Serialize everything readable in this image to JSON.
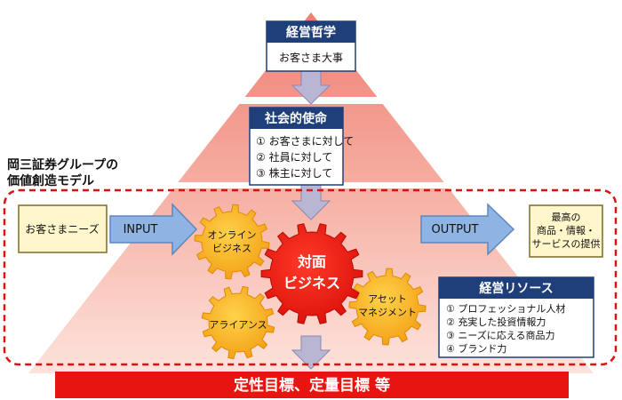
{
  "philosophy": {
    "title": "経営哲学",
    "item": "お客さま大事"
  },
  "mission": {
    "title": "社会的使命",
    "items": [
      "① お客さまに対して",
      "② 社員に対して",
      "③ 株主に対して"
    ]
  },
  "group_title": [
    "岡三証券グループの",
    "価値創造モデル"
  ],
  "needs": "お客さまニーズ",
  "input_label": "INPUT",
  "output_label": "OUTPUT",
  "output_box": [
    "最高の",
    "商品・情報・",
    "サービスの提供"
  ],
  "gears": {
    "online": [
      "オンライン",
      "ビジネス"
    ],
    "face": [
      "対面",
      "ビジネス"
    ],
    "alliance": "アライアンス",
    "asset": [
      "アセット",
      "マネジメント"
    ]
  },
  "resources": {
    "title": "経営リソース",
    "items": [
      "① プロフェッショナル人材",
      "② 充実した投資情報力",
      "③ ニーズに応える商品力",
      "④ ブランド力"
    ]
  },
  "goal": "定性目標、定量目標 等",
  "colors": {
    "navy": "#1f3f7a",
    "gear_gold": "#f5a81c",
    "gear_red": "#e8140f",
    "goal_red": "#e8140f",
    "frame_red": "#dd1111",
    "arrow_blue": "#8fb4e3",
    "arrow_gray": "#b9b6d4",
    "cream": "#fff6cc"
  }
}
